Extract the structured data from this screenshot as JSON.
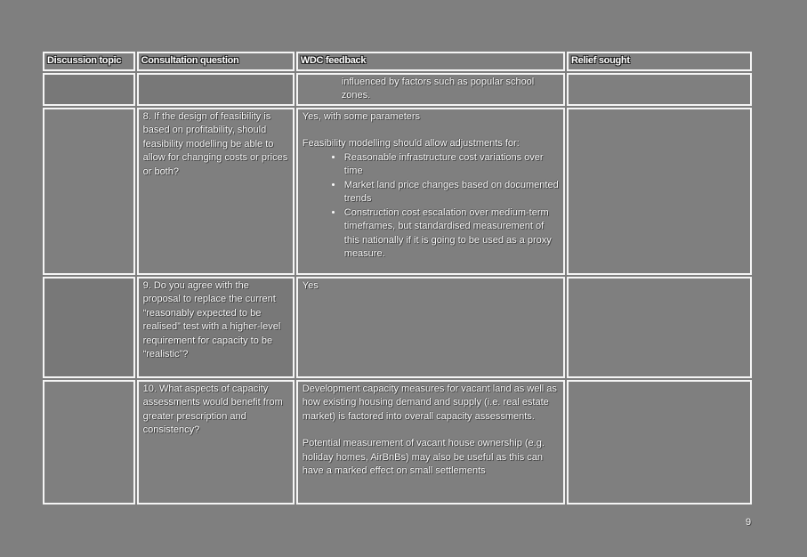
{
  "page": {
    "page_number": "9",
    "background_color": "#7f7f7f",
    "border_color": "#fcfcfc",
    "text_color": "#fafafa"
  },
  "table": {
    "columns": {
      "col1": "Discussion topic",
      "col2": "Consultation question",
      "col3": "WDC feedback",
      "col4": "Relief sought"
    },
    "rows": {
      "r1": {
        "discussion_topic": "",
        "consultation_question": "",
        "wdc_feedback_continuation": "influenced by factors such as popular school zones.",
        "relief_sought": ""
      },
      "r2": {
        "discussion_topic": "",
        "consultation_question": "8. If the design of feasibility is based on profitability, should feasibility modelling be able to allow for changing costs or prices or both?",
        "wdc_feedback_intro": "Yes, with some parameters",
        "wdc_feedback_lead": "Feasibility modelling should allow adjustments for:",
        "wdc_feedback_bullets": {
          "b1": "Reasonable infrastructure cost variations over time",
          "b2": "Market land price changes based on documented trends",
          "b3": "Construction cost escalation over medium-term timeframes, but standardised measurement of this nationally if it is going to be used as a proxy measure."
        },
        "relief_sought": ""
      },
      "r3": {
        "discussion_topic": "",
        "consultation_question": "9. Do you agree with the proposal to replace the current “reasonably expected to be realised” test with a higher-level requirement for capacity to be “realistic”?",
        "wdc_feedback": "Yes",
        "relief_sought": ""
      },
      "r4": {
        "discussion_topic": "",
        "consultation_question": "10. What aspects of capacity assessments would benefit from greater prescription and consistency?",
        "wdc_feedback_para1": "Development capacity measures for vacant land as well as how existing housing demand and supply (i.e. real estate market) is factored into overall capacity assessments.",
        "wdc_feedback_para2": "Potential measurement of vacant house ownership (e.g. holiday homes, AirBnBs) may also be useful as this can have a marked effect on small settlements",
        "relief_sought": ""
      }
    }
  }
}
